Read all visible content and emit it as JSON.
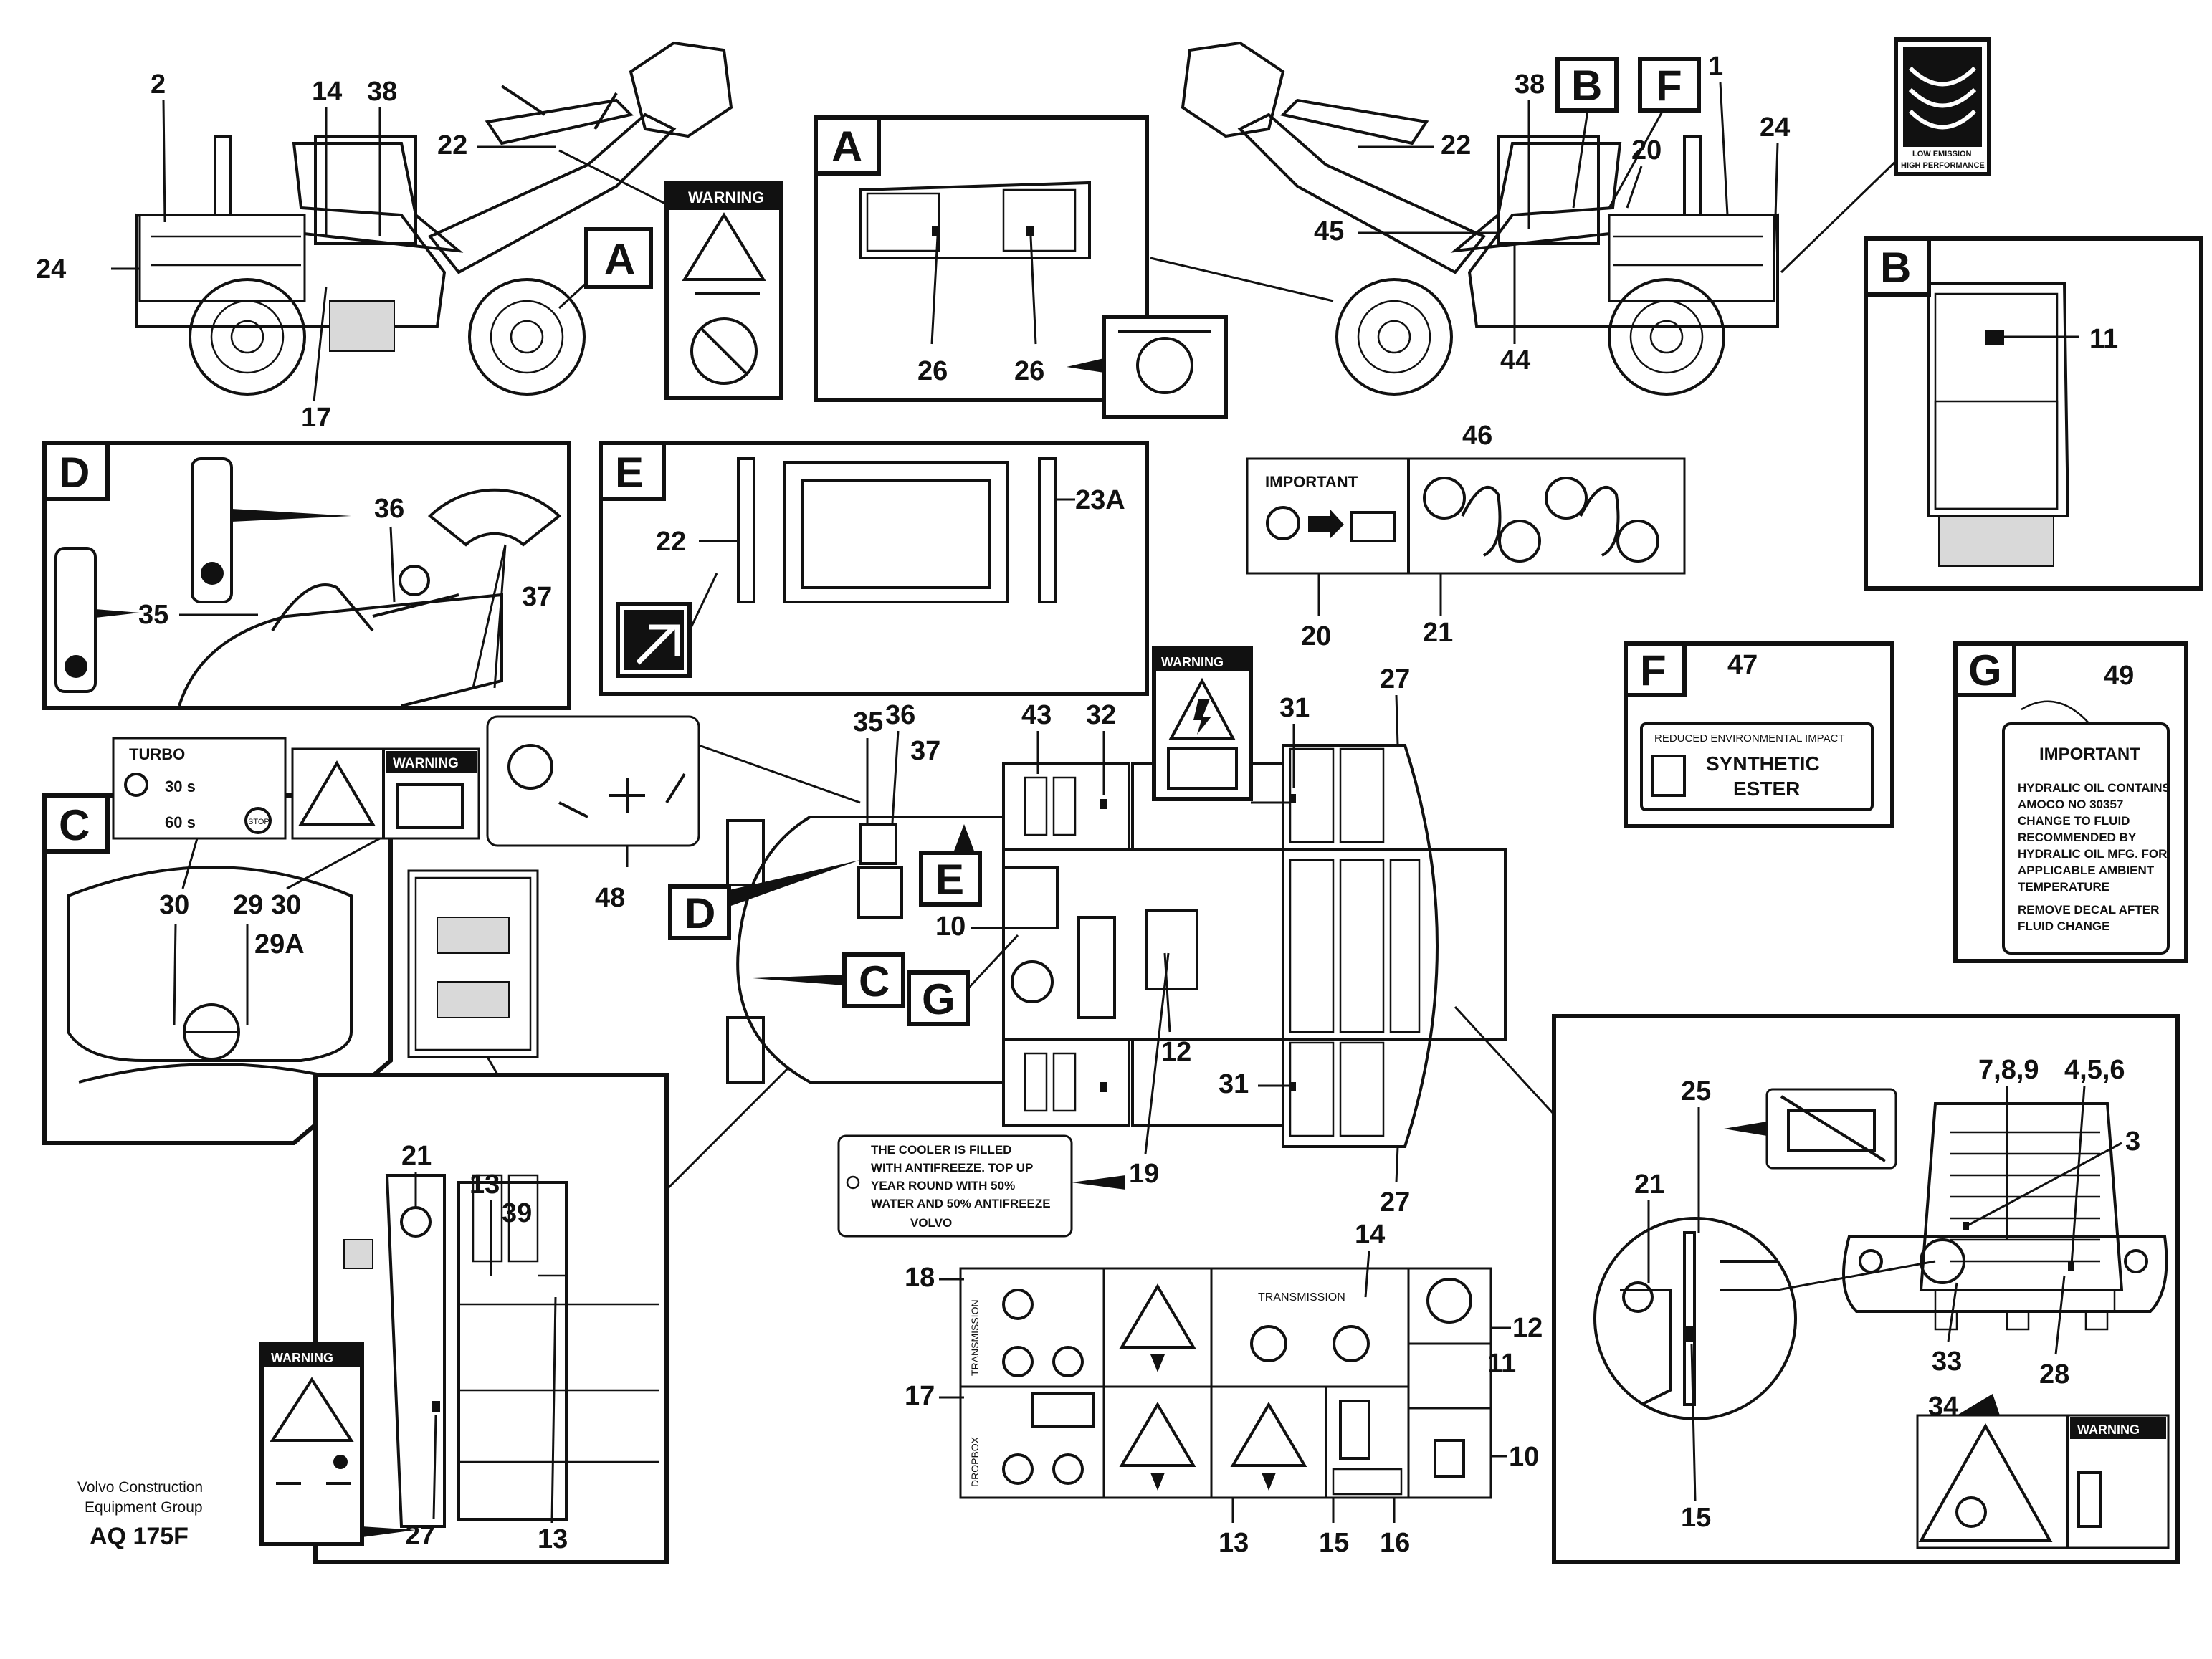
{
  "labels": {
    "l2": "2",
    "l14a": "14",
    "l38a": "38",
    "l22a": "22",
    "l24a": "24",
    "l17": "17",
    "l38b": "38",
    "l22b": "22",
    "l1": "1",
    "l24b": "24",
    "l20a": "20",
    "l45": "45",
    "l44": "44",
    "l26a": "26",
    "l26b": "26",
    "l11a": "11",
    "l46": "46",
    "l20b": "20",
    "l21a": "21",
    "l36a": "36",
    "l37a": "37",
    "l35a": "35",
    "l22c": "22",
    "l23A": "23A",
    "l47": "47",
    "l49": "49",
    "l36b": "36",
    "l35b": "35",
    "l37b": "37",
    "l43": "43",
    "l32": "32",
    "l31a": "31",
    "l27a": "27",
    "l48": "48",
    "l10a": "10",
    "l12a": "12",
    "l31b": "31",
    "l19": "19",
    "l27b": "27",
    "l30a": "30",
    "l29": "29",
    "l30b": "30",
    "l29A": "29A",
    "l21b": "21",
    "l13a": "13",
    "l39": "39",
    "l27c": "27",
    "l13b": "13",
    "l14b": "14",
    "l18": "18",
    "l17b": "17",
    "l12b": "12",
    "l11b": "11",
    "l10b": "10",
    "l13c": "13",
    "l15a": "15",
    "l16": "16",
    "l25": "25",
    "l789": "7,8,9",
    "l456": "4,5,6",
    "l3": "3",
    "l21c": "21",
    "l33": "33",
    "l28": "28",
    "l34": "34",
    "l15b": "15"
  },
  "letters": {
    "A": "A",
    "B": "B",
    "C": "C",
    "D": "D",
    "E": "E",
    "F": "F",
    "G": "G"
  },
  "decals": {
    "warning": "WARNING",
    "important": "IMPORTANT",
    "turbo": "TURBO",
    "turbo_30": "30 s",
    "turbo_60": "60 s",
    "stop": "STOP",
    "low_emission_1": "LOW EMISSION",
    "low_emission_2": "HIGH PERFORMANCE",
    "f_line1": "REDUCED ENVIRONMENTAL IMPACT",
    "f_line2": "SYNTHETIC",
    "f_line3": "ESTER",
    "g_lines": [
      "HYDRALIC OIL CONTAINS",
      "AMOCO NO 30357",
      "CHANGE TO FLUID",
      "RECOMMENDED BY",
      "HYDRALIC OIL MFG. FOR",
      "APPLICABLE AMBIENT",
      "TEMPERATURE",
      "",
      "REMOVE DECAL AFTER",
      "FLUID CHANGE"
    ],
    "cooler_lines": [
      "THE COOLER IS FILLED",
      "WITH ANTIFREEZE. TOP UP",
      "YEAR ROUND WITH 50%",
      "WATER AND 50% ANTIFREEZE"
    ],
    "volvo": "VOLVO",
    "transmission": "TRANSMISSION",
    "dropbox": "DROPBOX"
  },
  "footer": {
    "line1": "Volvo Construction",
    "line2": "Equipment Group",
    "code": "AQ 175F"
  }
}
